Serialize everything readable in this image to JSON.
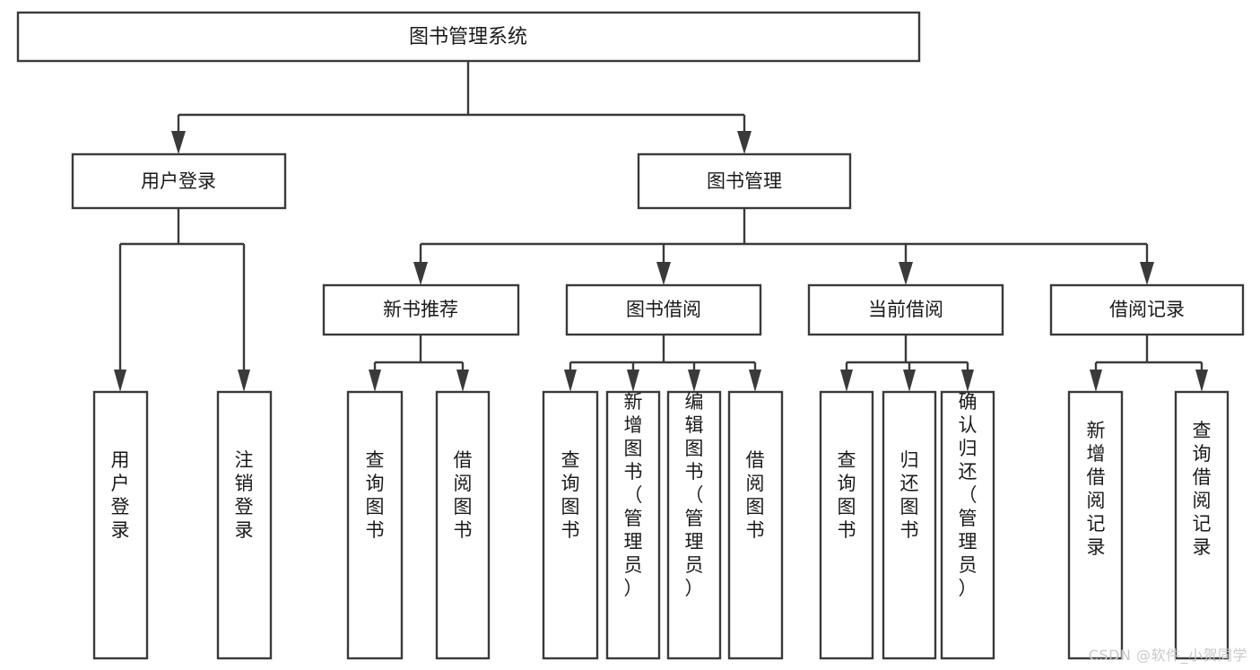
{
  "diagram": {
    "type": "tree",
    "title": "图书管理系统",
    "watermark": "CSDN @软件_小贺同学",
    "colors": {
      "stroke": "#3a3a3a",
      "fill": "#ffffff",
      "text": "#1a1a1a",
      "watermark": "#c9c9c9"
    },
    "root": {
      "label": "图书管理系统"
    },
    "level2": [
      {
        "label": "用户登录"
      },
      {
        "label": "图书管理"
      }
    ],
    "level3": [
      {
        "label": "新书推荐"
      },
      {
        "label": "图书借阅"
      },
      {
        "label": "当前借阅"
      },
      {
        "label": "借阅记录"
      }
    ],
    "leaves": {
      "user_login": [
        {
          "label": "用户登录"
        },
        {
          "label": "注销登录"
        }
      ],
      "new_book": [
        {
          "label": "查询图书"
        },
        {
          "label": "借阅图书"
        }
      ],
      "book_borrow": [
        {
          "label": "查询图书"
        },
        {
          "label": "新增图书（管理员）"
        },
        {
          "label": "编辑图书（管理员）"
        },
        {
          "label": "借阅图书"
        }
      ],
      "current_borrow": [
        {
          "label": "查询图书"
        },
        {
          "label": "归还图书"
        },
        {
          "label": "确认归还（管理员）"
        }
      ],
      "borrow_record": [
        {
          "label": "新增借阅记录"
        },
        {
          "label": "查询借阅记录"
        }
      ]
    }
  }
}
